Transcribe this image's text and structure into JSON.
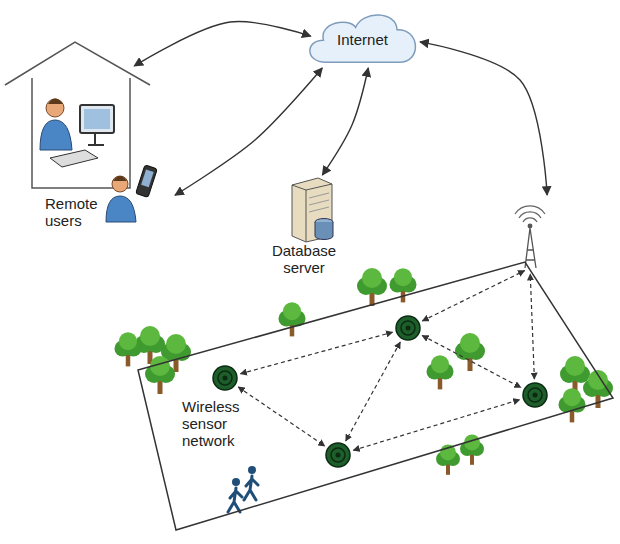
{
  "diagram": {
    "nodes": [
      {
        "text": [
          "Internet"
        ]
      },
      {
        "text": [
          "Remote users"
        ]
      },
      {
        "text": [
          "Database server"
        ]
      },
      {
        "text": [
          "Wireless sensor network"
        ]
      }
    ],
    "edges": [
      {
        "from": 0,
        "to": 1,
        "arrow": "both"
      },
      {
        "from": 0,
        "to": 1,
        "arrow": "both"
      },
      {
        "from": 0,
        "to": 2,
        "arrow": "both"
      },
      {
        "from": 0,
        "to": 3,
        "arrow": "both"
      }
    ]
  }
}
